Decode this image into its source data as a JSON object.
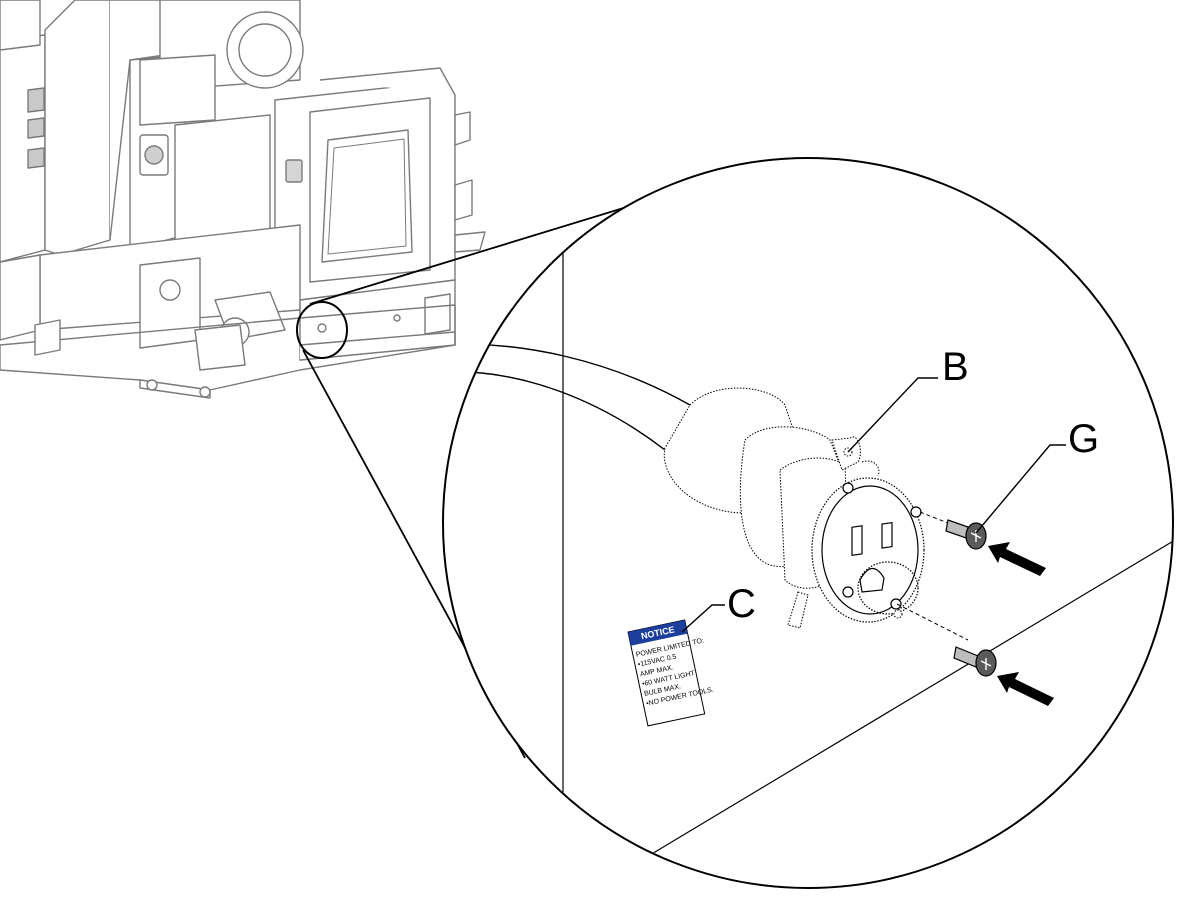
{
  "callouts": {
    "b": "B",
    "c": "C",
    "g": "G"
  },
  "notice_label": {
    "title": "NOTICE",
    "lines": [
      "POWER LIMITED TO:",
      "•115VAC 0.5",
      "AMP MAX.",
      "•60 WATT LIGHT",
      "BULB MAX.",
      "•NO POWER TOOLS."
    ]
  },
  "colors": {
    "line": "#000000",
    "machine_line": "#7a7a7a",
    "notice_header": "#1c3f9e"
  }
}
